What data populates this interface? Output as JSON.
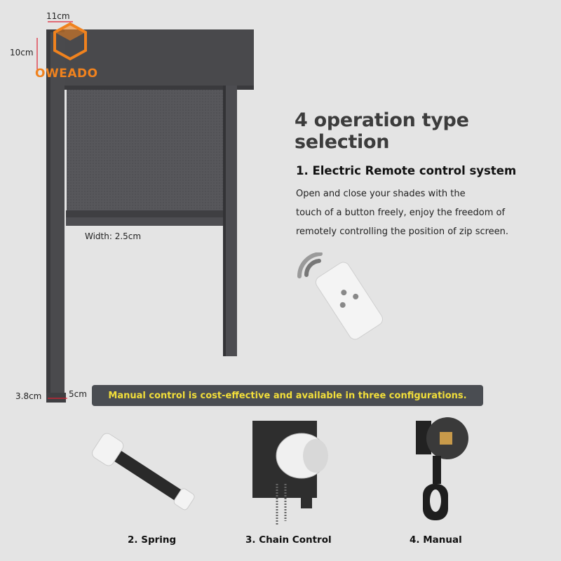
{
  "brand": {
    "logo_text": "OWEADO",
    "accent": "#f0821e"
  },
  "dimensions": {
    "top_width": "11cm",
    "top_height": "10cm",
    "rail_width": "Width: 2.5cm",
    "base_depth": "3.8cm",
    "base_width": "5cm"
  },
  "heading": "4 operation type selection",
  "electric": {
    "title": "1. Electric Remote control system",
    "desc_lines": [
      "Open and close your shades with the",
      "touch of a button freely, enjoy the freedom of",
      "remotely controlling the position of zip screen."
    ]
  },
  "banner_text": "Manual control is cost-effective and available in three configurations.",
  "options": [
    {
      "label": "2. Spring",
      "icon": "spring-roller-icon"
    },
    {
      "label": "3. Chain Control",
      "icon": "chain-mechanism-icon"
    },
    {
      "label": "4. Manual",
      "icon": "manual-crank-icon"
    }
  ],
  "colors": {
    "frame": "#4b4b4e",
    "banner_bg": "#4a4d52",
    "banner_text": "#f2de3a"
  }
}
